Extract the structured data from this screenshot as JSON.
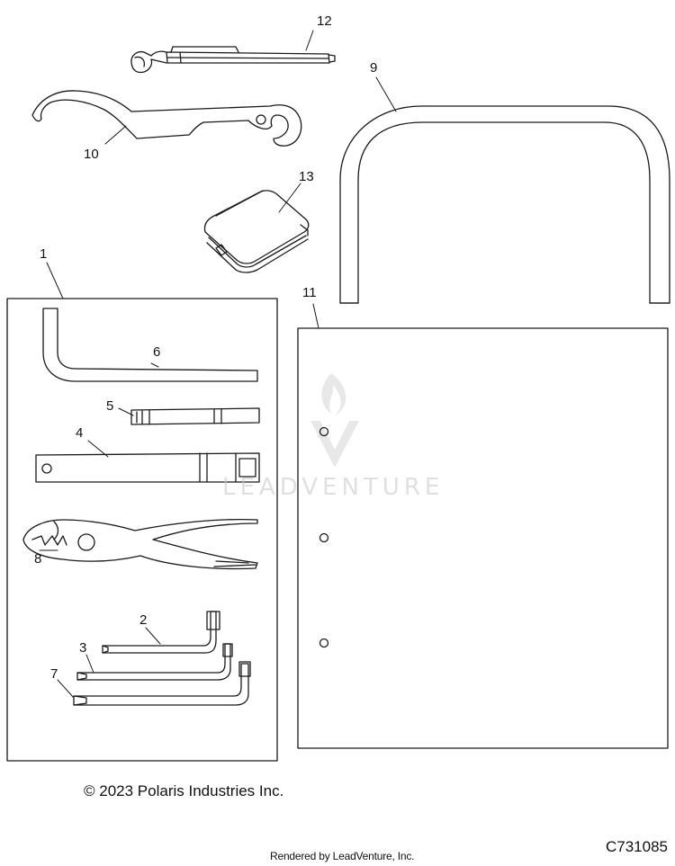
{
  "callouts": {
    "c1": "1",
    "c2": "2",
    "c3": "3",
    "c4": "4",
    "c5": "5",
    "c6": "6",
    "c7": "7",
    "c8": "8",
    "c9": "9",
    "c10": "10",
    "c11": "11",
    "c12": "12",
    "c13": "13"
  },
  "watermark": {
    "text": "LEADVENTURE",
    "color": "#c8c8c8"
  },
  "footer": {
    "copyright": "© 2023 Polaris Industries Inc.",
    "code": "C731085",
    "rendered_by": "Rendered by LeadVenture, Inc."
  },
  "colors": {
    "line": "#1a1a1a",
    "background": "#ffffff"
  }
}
